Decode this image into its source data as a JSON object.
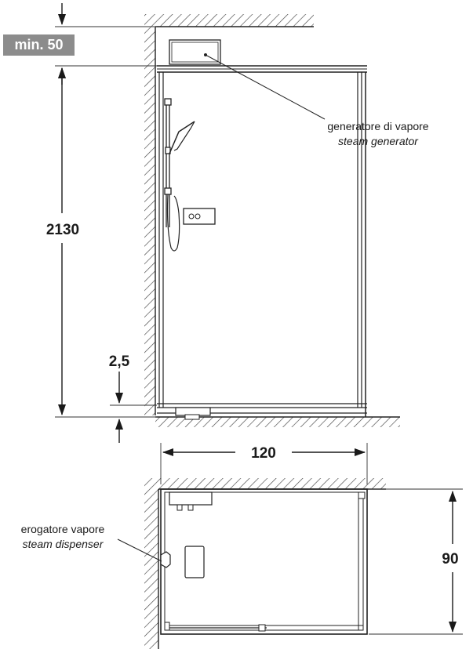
{
  "dimensions": {
    "min_clearance": "min. 50",
    "height": "2130",
    "floor_step": "2,5",
    "width": "120",
    "depth": "90"
  },
  "labels": {
    "generator_it": "generatore di vapore",
    "generator_en": "steam generator",
    "dispenser_it": "erogatore vapore",
    "dispenser_en": "steam dispenser"
  }
}
